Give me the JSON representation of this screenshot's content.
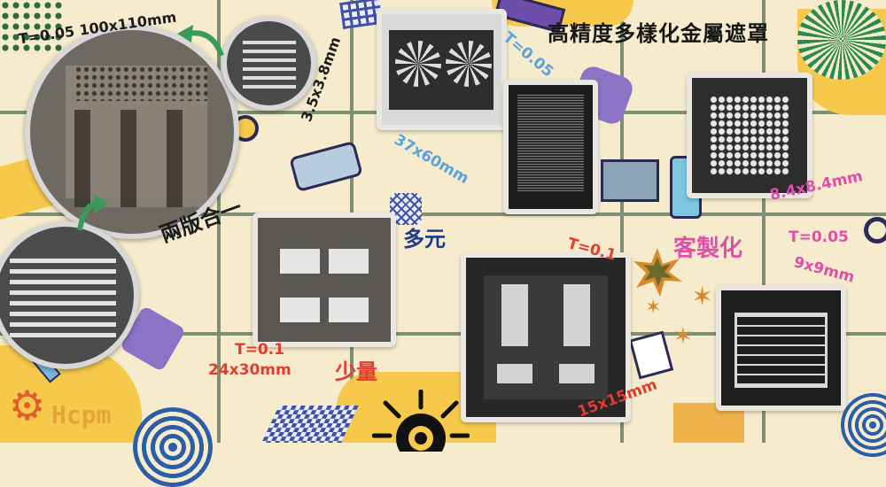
{
  "title": "高精度多樣化金屬遮罩",
  "brand": "Hcpm",
  "labels": {
    "spec_big_circle": "T=0.05 100x110mm",
    "size_small_circle": "3.5x3.8mm",
    "two_in_one": "兩版合一",
    "t_square_mid": "T=0.05",
    "size_37x60": "37x60mm",
    "multi": "多元",
    "t_01_center": "T=0.1",
    "t_01_left": "T=0.1",
    "size_24x30": "24x30mm",
    "small_qty": "少量",
    "size_15x15": "15x15mm",
    "size_8_4": "8.4x8.4mm",
    "customized": "客製化",
    "t_005_right": "T=0.05",
    "size_9x9": "9x9mm"
  },
  "colors": {
    "background": "#f6eccd",
    "grid": "#7f8f74",
    "yellow": "#f7c94a",
    "purple": "#8b73c6",
    "blue_text": "#5aa3e0",
    "pink_text": "#e14fa8",
    "red_text": "#e33b2e",
    "green": "#3b9a5a"
  }
}
